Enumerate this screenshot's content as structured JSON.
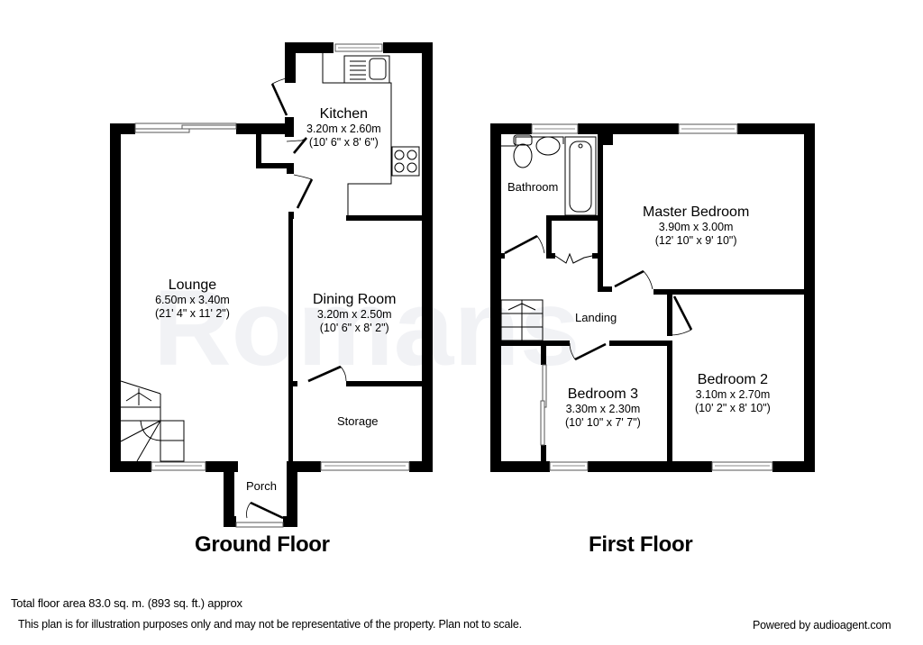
{
  "watermark": "Romans",
  "ground_floor": {
    "title": "Ground Floor",
    "rooms": {
      "kitchen": {
        "name": "Kitchen",
        "metric": "3.20m x 2.60m",
        "imperial": "(10' 6\" x 8' 6\")"
      },
      "lounge": {
        "name": "Lounge",
        "metric": "6.50m x 3.40m",
        "imperial": "(21' 4\" x 11' 2\")"
      },
      "dining": {
        "name": "Dining Room",
        "metric": "3.20m x 2.50m",
        "imperial": "(10' 6\" x 8' 2\")"
      },
      "storage": {
        "name": "Storage"
      },
      "porch": {
        "name": "Porch"
      }
    }
  },
  "first_floor": {
    "title": "First Floor",
    "rooms": {
      "bathroom": {
        "name": "Bathroom"
      },
      "master": {
        "name": "Master Bedroom",
        "metric": "3.90m x 3.00m",
        "imperial": "(12' 10\" x 9' 10\")"
      },
      "landing": {
        "name": "Landing"
      },
      "bedroom2": {
        "name": "Bedroom 2",
        "metric": "3.10m x 2.70m",
        "imperial": "(10' 2\" x 8' 10\")"
      },
      "bedroom3": {
        "name": "Bedroom 3",
        "metric": "3.30m x 2.30m",
        "imperial": "(10' 10\" x 7' 7\")"
      }
    }
  },
  "footer": {
    "total_area": "Total floor area 83.0 sq. m. (893 sq. ft.) approx",
    "disclaimer": "This plan is for illustration purposes only and may not be representative of the property. Plan not to scale.",
    "powered_by": "Powered by audioagent.com"
  }
}
